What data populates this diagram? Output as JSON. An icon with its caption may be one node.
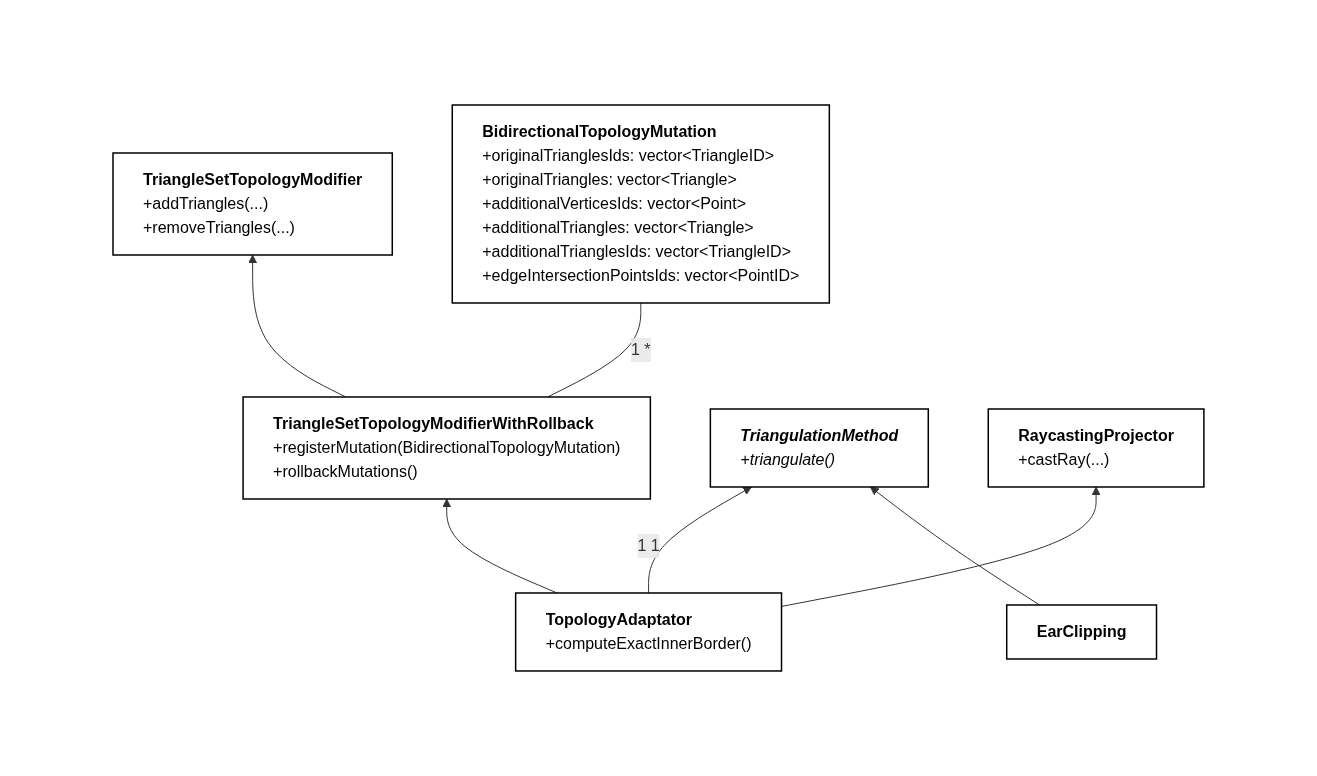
{
  "diagram": {
    "nodes": [
      {
        "text": [
          "TriangleSetTopologyModifier",
          "+addTriangles(...)",
          "+removeTriangles(...)"
        ]
      },
      {
        "text": [
          "BidirectionalTopologyMutation",
          "+originalTrianglesIds: vector<TriangleID>",
          "+originalTriangles: vector<Triangle>",
          "+additionalVerticesIds: vector<Point>",
          "+additionalTriangles: vector<Triangle>",
          "+additionalTrianglesIds: vector<TriangleID>",
          "+edgeIntersectionPointsIds: vector<PointID>"
        ]
      },
      {
        "text": [
          "TriangleSetTopologyModifierWithRollback",
          "+registerMutation(BidirectionalTopologyMutation)",
          "+rollbackMutations()"
        ]
      },
      {
        "text": [
          "TopologyAdaptator",
          "+computeExactInnerBorder()"
        ]
      },
      {
        "text": [
          "TriangulationMethod",
          "+triangulate()"
        ]
      },
      {
        "text": [
          "RaycastingProjector",
          "+castRay(...)"
        ]
      },
      {
        "text": [
          "EarClipping"
        ]
      }
    ],
    "edges": [
      {
        "from": 2,
        "to": 0,
        "arrow": "to"
      },
      {
        "from": 2,
        "to": 1,
        "arrow": "other",
        "label": "1 *"
      },
      {
        "from": 3,
        "to": 2,
        "arrow": "to"
      },
      {
        "from": 3,
        "to": 4,
        "arrow": "to",
        "label": "1 1"
      },
      {
        "from": 3,
        "to": 5,
        "arrow": "to"
      },
      {
        "from": 6,
        "to": 4,
        "arrow": "to"
      }
    ]
  }
}
